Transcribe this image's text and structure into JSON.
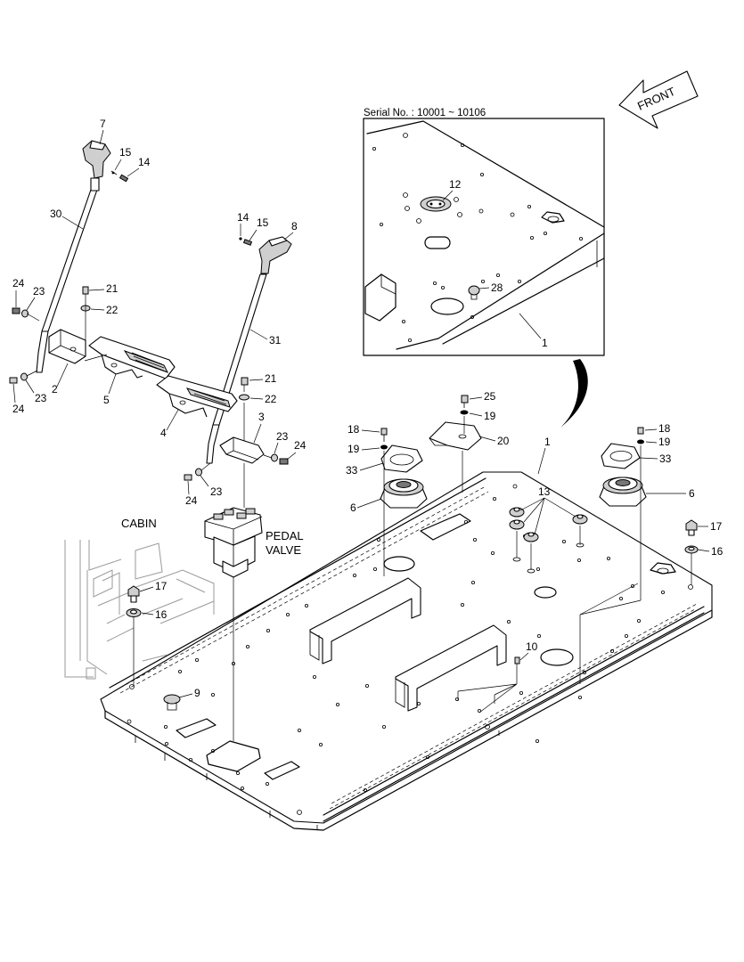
{
  "serial_label": "Serial No. : 10001 ~ 10106",
  "front_label": "FRONT",
  "cabin_label": "CABIN",
  "pedal_valve_label_line1": "PEDAL",
  "pedal_valve_label_line2": "VALVE",
  "callouts": {
    "c1_detail": "1",
    "c1_main": "1",
    "c2": "2",
    "c3": "3",
    "c4": "4",
    "c5": "5",
    "c6_left": "6",
    "c6_right": "6",
    "c7": "7",
    "c8": "8",
    "c9": "9",
    "c10": "10",
    "c12": "12",
    "c13": "13",
    "c14_left": "14",
    "c14_right": "14",
    "c15_left": "15",
    "c15_right": "15",
    "c16_left": "16",
    "c16_right": "16",
    "c17_left": "17",
    "c17_right": "17",
    "c18_left": "18",
    "c18_right": "18",
    "c19_left": "19",
    "c19_mid": "19",
    "c19_right": "19",
    "c20": "20",
    "c21_top": "21",
    "c21_bottom": "21",
    "c22_top": "22",
    "c22_bottom": "22",
    "c23_a": "23",
    "c23_b": "23",
    "c23_c": "23",
    "c23_d": "23",
    "c24_a": "24",
    "c24_b": "24",
    "c24_c": "24",
    "c24_d": "24",
    "c25": "25",
    "c28": "28",
    "c30": "30",
    "c31": "31",
    "c33_left": "33",
    "c33_right": "33"
  }
}
